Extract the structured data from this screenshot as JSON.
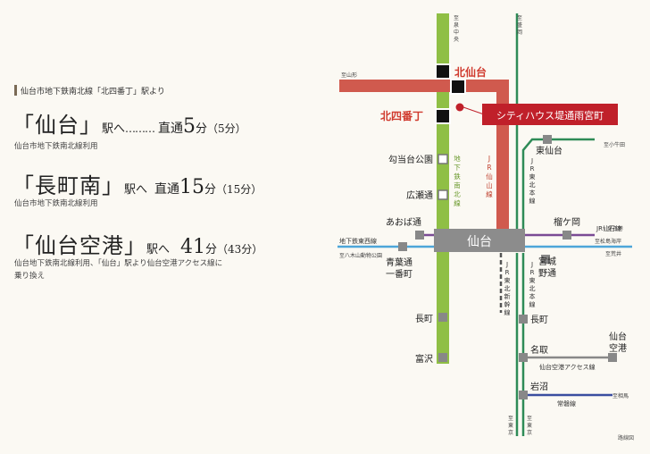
{
  "access": {
    "lead": "仙台市地下鉄南北線「北四番丁」駅より",
    "routes": [
      {
        "station": "「仙台」",
        "suffix": "駅へ",
        "dots": "………",
        "mode": "直通",
        "minutes": "5",
        "unit": "分",
        "alt": "（5分）",
        "note": "仙台市地下鉄南北線利用"
      },
      {
        "station": "「長町南」",
        "suffix": "駅へ",
        "mode": "直通",
        "minutes": "15",
        "unit": "分",
        "alt": "（15分）",
        "note": "仙台市地下鉄南北線利用"
      },
      {
        "station": "「仙台空港」",
        "suffix": "駅へ",
        "mode": "",
        "minutes": "41",
        "unit": "分",
        "alt": "（43分）",
        "note_line1": "仙台地下鉄南北線利用、「仙台」駅より仙台空港アクセス線に",
        "note_line2": "乗り換え"
      }
    ]
  },
  "map": {
    "property": "シティハウス堤通雨宮町",
    "stations": {
      "kitasendai": "北仙台",
      "kitayonbancho": "北四番丁",
      "kotodaikoen": "勾当台公園",
      "hirosedori": "広瀬通",
      "sendai": "仙台",
      "aobadori": "あおば通",
      "aobadori_ichibancho_1": "青葉通",
      "aobadori_ichibancho_2": "一番町",
      "nagamachi": "長町",
      "tomizawa": "富沢",
      "higashisendai": "東仙台",
      "tsutsujigaoka": "榴ケ岡",
      "miyagino_1": "宮城",
      "miyagino_2": "野通",
      "nagamachi_jr": "長町",
      "natori": "名取",
      "sendaikuko_1": "仙台",
      "sendaikuko_2": "空港",
      "iwanuma": "岩沼"
    },
    "lines": {
      "namboku": [
        "地",
        "下",
        "鉄",
        "南",
        "北",
        "線"
      ],
      "senzan": [
        "J",
        "R",
        "仙",
        "山",
        "線"
      ],
      "tohoku_main_north": [
        "J",
        "R",
        "東",
        "北",
        "本",
        "線"
      ],
      "tozai": "地下鉄東西線",
      "senseki": "JR仙石線",
      "shinkansen": [
        "J",
        "R",
        "東",
        "北",
        "新",
        "幹",
        "線"
      ],
      "tohoku_main_south": [
        "J",
        "R",
        "東",
        "北",
        "本",
        "線"
      ],
      "airport": "仙台空港アクセス線",
      "joban": "常磐線"
    },
    "directions": {
      "izumichuo": [
        "至",
        "泉",
        "中",
        "央"
      ],
      "morioka": [
        "至",
        "盛",
        "岡"
      ],
      "yamagata": "至山形",
      "kogota": "至小牛田",
      "ishinomaki": "至石巻",
      "matsushima": "至松島海岸",
      "arai": "至荒井",
      "yagiyama": "至八木山動物公園",
      "tokyo1": [
        "至",
        "東",
        "京"
      ],
      "tokyo2": [
        "至",
        "東",
        "京"
      ],
      "soma": "至相馬"
    },
    "caption": "路線図"
  },
  "colors": {
    "namboku": "#8fbf45",
    "senzan": "#d05a4e",
    "tohoku": "#2e8b57",
    "tozai": "#4da6d9",
    "senseki": "#7b4b94",
    "airport": "#888888",
    "joban": "#3b4ea0",
    "property": "#c0202a"
  }
}
